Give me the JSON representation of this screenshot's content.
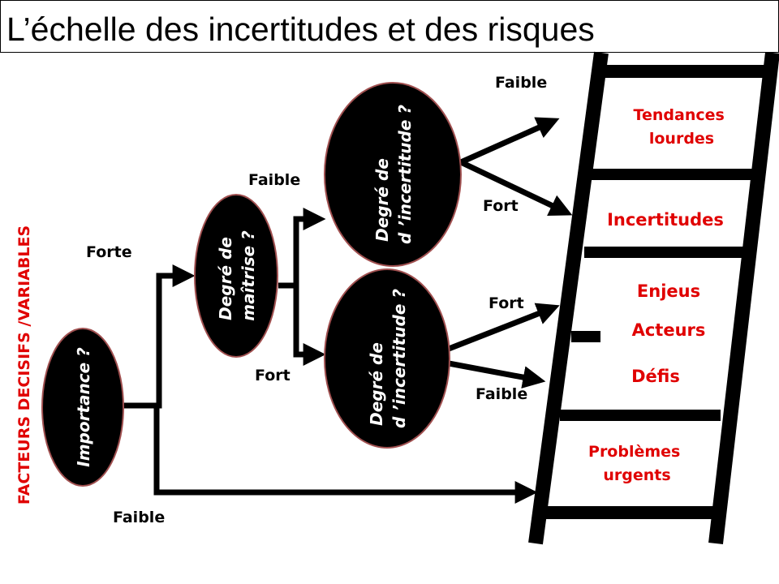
{
  "title": "L’échelle des incertitudes et des risques",
  "side_label": "FACTEURS DECISIFS /VARIABLES",
  "nodes": {
    "importance": [
      "Importance ?"
    ],
    "maitrise": [
      "Degré de",
      "maîtrise ?"
    ],
    "incertitude_top": [
      "Degré de",
      "d ’incertitude ?"
    ],
    "incertitude_bottom": [
      "Degré de",
      "d ’incertitude ?"
    ]
  },
  "branch_labels": {
    "importance_forte": "Forte",
    "importance_faible": "Faible",
    "maitrise_faible": "Faible",
    "maitrise_fort": "Fort",
    "top_faible": "Faible",
    "top_fort": "Fort",
    "bottom_fort": "Fort",
    "bottom_faible": "Faible"
  },
  "ladder": {
    "tendances": [
      "Tendances",
      "lourdes"
    ],
    "incertitudes": "Incertitudes",
    "enjeus": "Enjeus",
    "acteurs": "Acteurs",
    "defis": "Défis",
    "problemes": [
      "Problèmes",
      "urgents"
    ]
  },
  "colors": {
    "accent": "#e00000",
    "node": "#000000"
  }
}
